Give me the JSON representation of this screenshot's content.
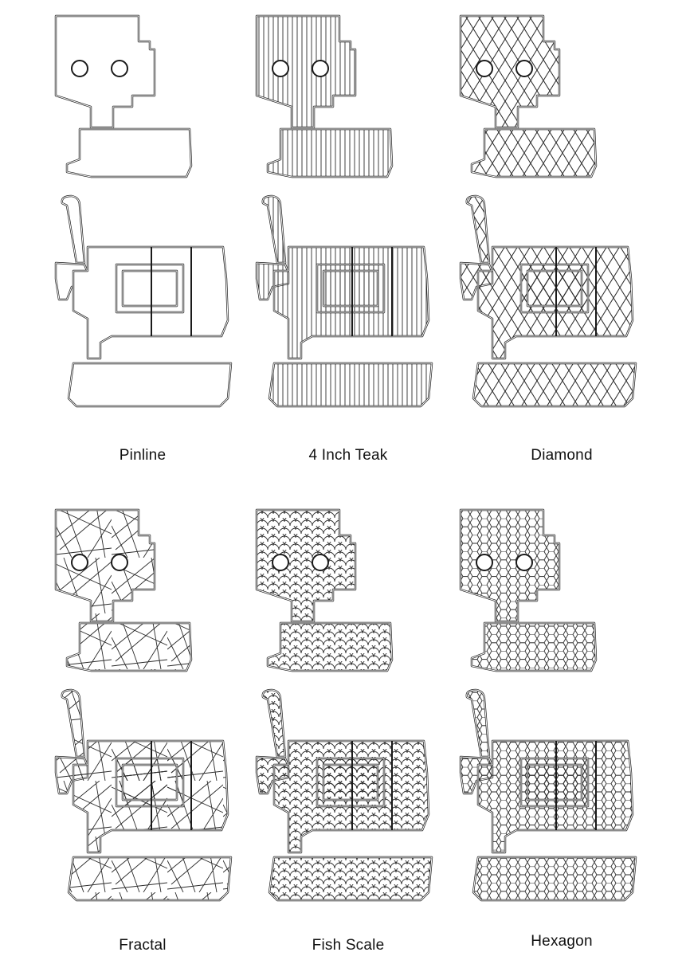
{
  "colors": {
    "outline": "#1a1a1a",
    "fill": "#ffffff",
    "pattern": "#2b2b2b"
  },
  "patterns": [
    {
      "name": "Pinline",
      "pattern": "pinline"
    },
    {
      "name": "4 Inch Teak",
      "pattern": "teak"
    },
    {
      "name": "Diamond",
      "pattern": "diamond"
    },
    {
      "name": "Fractal",
      "pattern": "fractal"
    },
    {
      "name": "Fish Scale",
      "pattern": "fishscale"
    },
    {
      "name": "Hexagon",
      "pattern": "hexagon"
    }
  ]
}
